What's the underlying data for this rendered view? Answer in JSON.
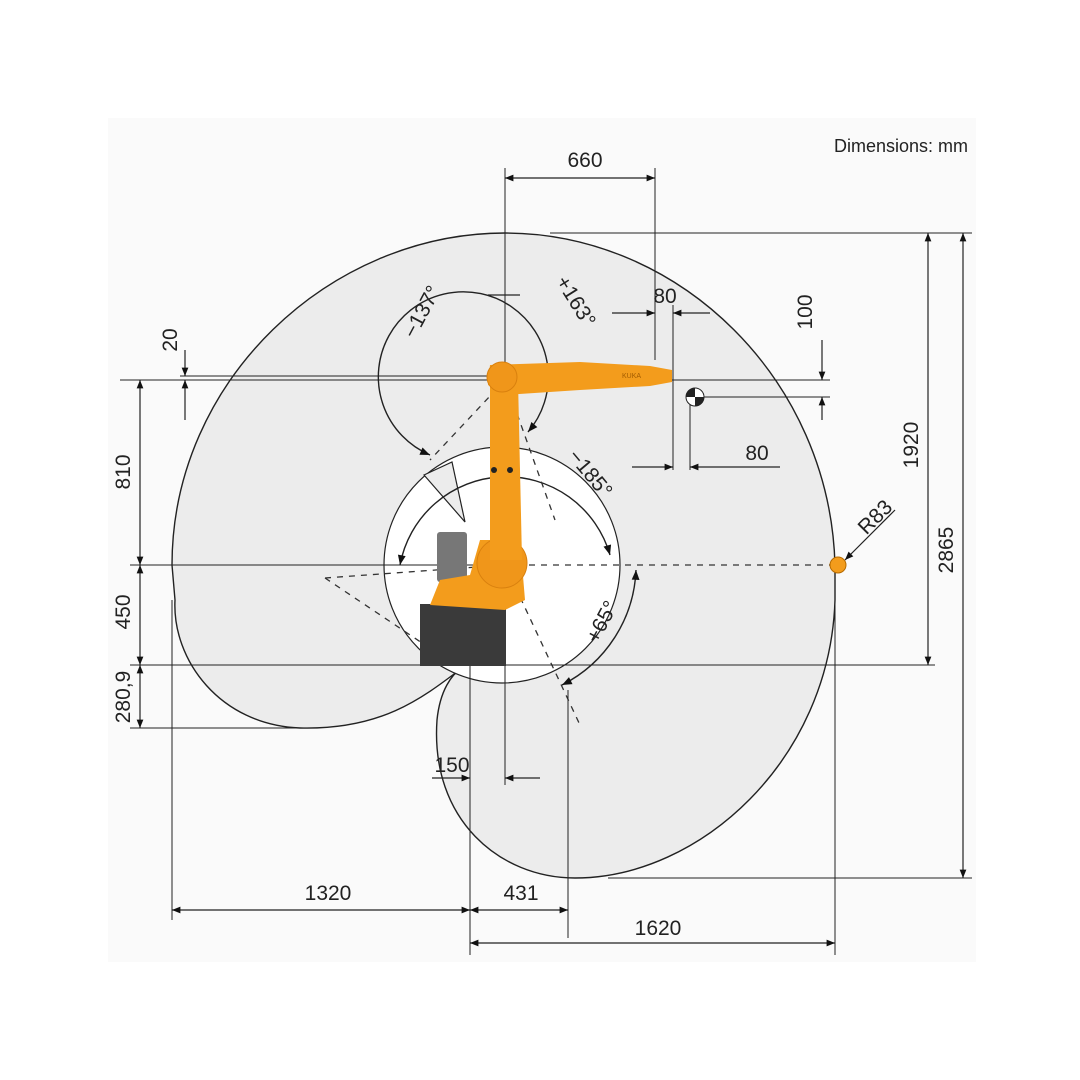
{
  "title": "Dimensions: mm",
  "dimensions": {
    "d660": "660",
    "d80_top": "80",
    "d100": "100",
    "d80_right": "80",
    "d20": "20",
    "d810": "810",
    "d450": "450",
    "d280_9": "280,9",
    "d150": "150",
    "d1320": "1320",
    "d431": "431",
    "d1620": "1620",
    "d1920": "1920",
    "d2865": "2865",
    "r83": "R83"
  },
  "angles": {
    "a1_neg": "−137°",
    "a1_pos": "+163°",
    "a2_neg": "−185°",
    "a2_pos": "+65°"
  },
  "robot": {
    "brand": "KUKA"
  },
  "colors": {
    "robot_orange": "#f39c1c",
    "base_dark": "#3a3a3a",
    "envelope": "#ececec"
  }
}
